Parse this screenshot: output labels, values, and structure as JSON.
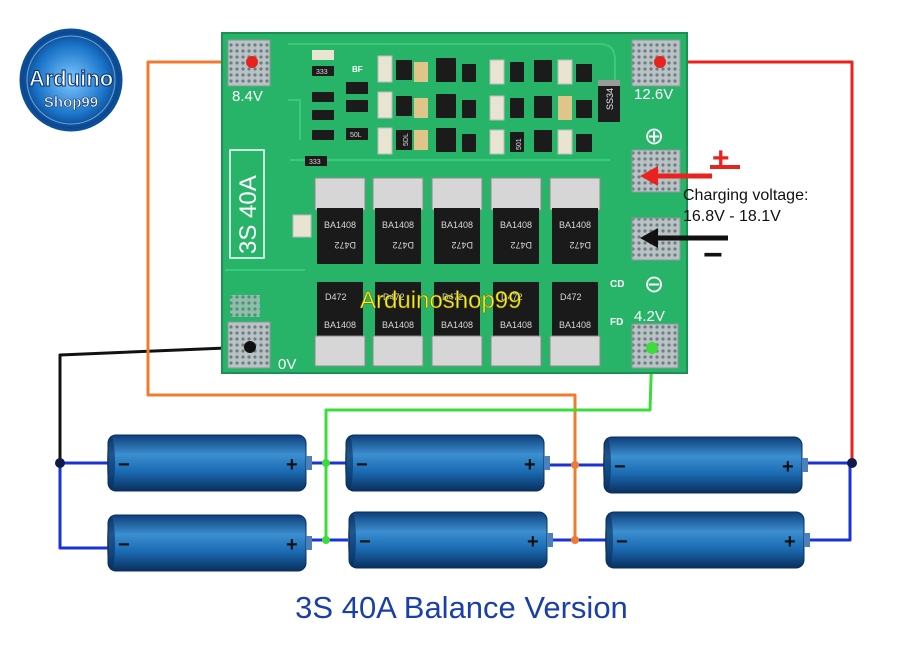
{
  "logo": {
    "line1": "Arduino",
    "line2": "Shop99"
  },
  "board": {
    "label": "3S 40A",
    "watermark": "Arduinoshop99",
    "pads": {
      "p84": "8.4V",
      "p126": "12.6V",
      "p0": "0V",
      "p42": "4.2V"
    },
    "plus_symbol": "⊕",
    "minus_symbol": "⊖",
    "cd": "CD",
    "fd": "FD",
    "diode": "SS34",
    "mosfet_top": "BA1408",
    "mosfet_code": "D472",
    "smd_codes": [
      "333",
      "BF",
      "50L",
      "5DL",
      "333",
      "501"
    ]
  },
  "charging": {
    "plus": "+",
    "minus": "−",
    "line1": "Charging voltage:",
    "line2": "16.8V - 18.1V"
  },
  "battery": {
    "plus": "+",
    "minus": "−"
  },
  "caption": "3S 40A Balance Version",
  "colors": {
    "board": "#27b468",
    "wire_red": "#e8231f",
    "wire_orange": "#f07b2e",
    "wire_black": "#111111",
    "wire_green": "#3ddc3d",
    "wire_blue": "#1a33d6",
    "caption": "#1a3fa8"
  }
}
